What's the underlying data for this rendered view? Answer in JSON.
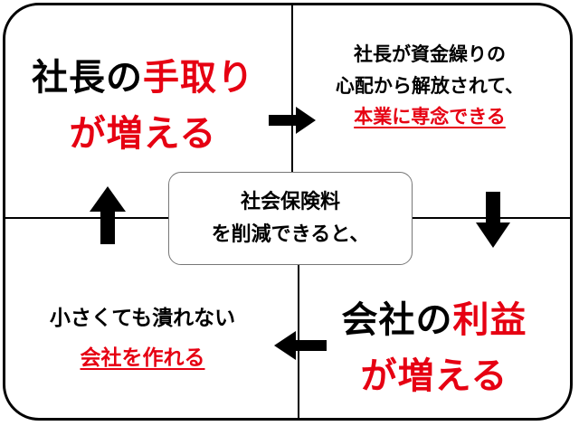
{
  "top_left": {
    "line1_black": "社長の",
    "line1_red": "手取り",
    "line2_red": "が増える"
  },
  "top_right": {
    "line1": "社長が資金繰りの",
    "line2": "心配から解放されて、",
    "line3_red": "本業に専念できる"
  },
  "center": {
    "line1": "社会保険料",
    "line2": "を削減できると、"
  },
  "bottom_right": {
    "line1_black": "会社の",
    "line1_red": "利益",
    "line2_red": "が増える"
  },
  "bottom_left": {
    "line1": "小さくても潰れない",
    "line2_red": "会社を作れる"
  },
  "colors": {
    "accent_red": "#e60012",
    "text": "#000000"
  }
}
